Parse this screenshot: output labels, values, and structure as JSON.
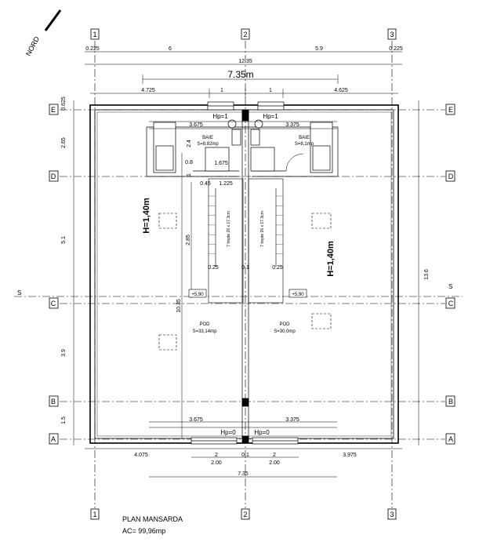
{
  "drawing": {
    "north_label": "NORD",
    "footer": {
      "title": "PLAN MANSARDA",
      "area": "AC= 99,96mp"
    },
    "axes": {
      "vertical": [
        "1",
        "2",
        "3"
      ],
      "horizontal": [
        "E",
        "D",
        "C",
        "B",
        "A"
      ]
    },
    "top_dims": {
      "row1": [
        "0.225",
        "6",
        "5.9",
        "0.225"
      ],
      "overall": "12.35",
      "inner_big": "7.35m",
      "row3": [
        "4.725",
        "1",
        "1",
        "4.625"
      ]
    },
    "left_dims": [
      "0.625",
      "2.65",
      "5.1",
      "3.9",
      "1.5"
    ],
    "right_dim": "13.6",
    "bottom_dims": {
      "row1": [
        "4.075",
        "2",
        "0.1",
        "2",
        "3.975"
      ],
      "row2": [
        "2.00",
        "2.00"
      ],
      "row3": "7.35"
    },
    "rooms": {
      "baie_left": {
        "name": "BAIE",
        "area": "S=8,82mp"
      },
      "baie_right": {
        "name": "BAIE",
        "area": "S=8,1mp"
      },
      "pod_left": {
        "name": "POD",
        "area": "S=33,14mp"
      },
      "pod_right": {
        "name": "POD",
        "area": "S=30,0mp"
      }
    },
    "heights": {
      "left": "H=1,40m",
      "right": "H=1,40m"
    },
    "hp_top": [
      "Hp=1",
      "Hp=1"
    ],
    "hp_bottom": [
      "Hp=0",
      "Hp=0"
    ],
    "inner_dims": {
      "top_left": "3.675",
      "top_right": "3.375",
      "bot_left": "3.675",
      "bot_right": "3.375",
      "d24": "2.4",
      "d08": "0.8",
      "d1675": "1.675",
      "d1": "1",
      "d045": "0.45",
      "d1225": "1.225",
      "d285": "2.85",
      "d025a": "0.25",
      "d01": "0.1",
      "d025b": "0.25",
      "d1035": "10.35"
    },
    "levels": [
      "+5,90",
      "+5,90"
    ],
    "section": [
      "S",
      "S"
    ],
    "stair_note": "7 trepte 26 x 17.3cm"
  }
}
